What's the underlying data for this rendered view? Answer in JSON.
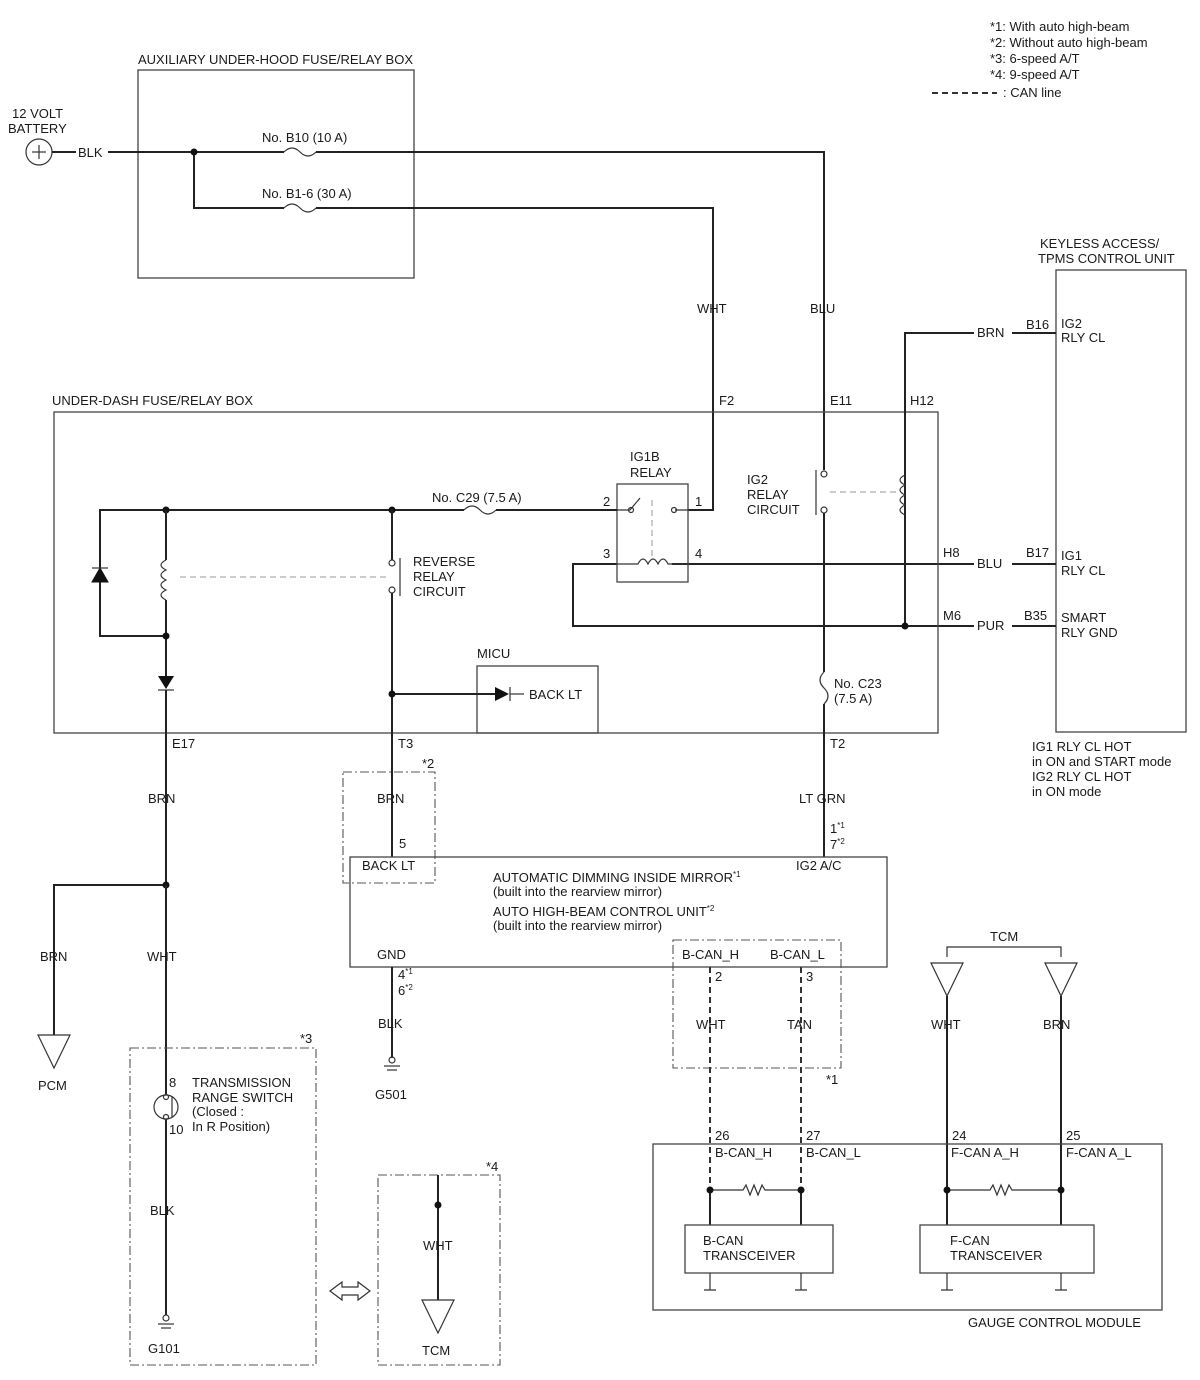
{
  "legend": {
    "note1": "*1: With auto high-beam",
    "note2": "*2: Without auto high-beam",
    "note3": "*3: 6-speed A/T",
    "note4": "*4: 9-speed A/T",
    "can_line": ": CAN line"
  },
  "battery": {
    "line1": "12 VOLT",
    "line2": "BATTERY"
  },
  "aux_box": {
    "title": "AUXILIARY UNDER-HOOD FUSE/RELAY BOX",
    "fuse_b10": "No. B10 (10 A)",
    "fuse_b16": "No. B1-6 (30 A)"
  },
  "under_dash": {
    "title": "UNDER-DASH FUSE/RELAY BOX",
    "fuse_c29": "No. C29 (7.5 A)",
    "fuse_c23_line1": "No. C23",
    "fuse_c23_line2": "(7.5 A)",
    "ig1b_line1": "IG1B",
    "ig1b_line2": "RELAY",
    "ig2_line1": "IG2",
    "ig2_line2": "RELAY",
    "ig2_line3": "CIRCUIT",
    "rev_line1": "REVERSE",
    "rev_line2": "RELAY",
    "rev_line3": "CIRCUIT",
    "micu": "MICU",
    "back_lt": "BACK LT",
    "pin1": "1",
    "pin2": "2",
    "pin3": "3",
    "pin4": "4",
    "F2": "F2",
    "E11": "E11",
    "H12": "H12",
    "H8": "H8",
    "M6": "M6",
    "E17": "E17",
    "T3": "T3",
    "T2": "T2"
  },
  "keyless": {
    "title1": "KEYLESS ACCESS/",
    "title2": "TPMS CONTROL UNIT",
    "b16": "B16",
    "b17": "B17",
    "b35": "B35",
    "ig2_1": "IG2",
    "ig2_2": "RLY CL",
    "ig1_1": "IG1",
    "ig1_2": "RLY CL",
    "smart_1": "SMART",
    "smart_2": "RLY GND",
    "note1": "IG1 RLY CL HOT",
    "note2": "in ON and START mode",
    "note3": "IG2 RLY CL HOT",
    "note4": "in ON mode"
  },
  "wires": {
    "blk": "BLK",
    "wht": "WHT",
    "blu": "BLU",
    "brn": "BRN",
    "blu2": "BLU",
    "pur": "PUR",
    "brn_e17": "BRN",
    "brn_t3": "BRN",
    "lt_grn": "LT GRN",
    "brn_pcm": "BRN",
    "wht_trs": "WHT",
    "blk_trs": "BLK",
    "blk_gnd": "BLK",
    "wht_can": "WHT",
    "tan_can": "TAN",
    "wht_tcm": "WHT",
    "brn_tcm": "BRN",
    "wht_tcm9": "WHT"
  },
  "mirror": {
    "line1": "AUTOMATIC DIMMING INSIDE MIRROR",
    "line1_sup": "*1",
    "line2": "(built into the rearview mirror)",
    "line3": "AUTO HIGH-BEAM CONTROL UNIT",
    "line3_sup": "*2",
    "line4": "(built into the rearview mirror)",
    "back_lt": "BACK LT",
    "ig2_ac": "IG2 A/C",
    "gnd": "GND",
    "bcan_h": "B-CAN_H",
    "bcan_l": "B-CAN_L",
    "pin5": "5",
    "pin1": "1",
    "pin1_sup": "*1",
    "pin7": "7",
    "pin7_sup": "*2",
    "pin4": "4",
    "pin4_sup": "*1",
    "pin6": "6",
    "pin6_sup": "*2",
    "pin2": "2",
    "pin3": "3"
  },
  "marks": {
    "m2": "*2",
    "m1": "*1",
    "m3": "*3",
    "m4": "*4"
  },
  "grounds": {
    "g501": "G501",
    "g101": "G101"
  },
  "pcm": "PCM",
  "trs": {
    "line1": "TRANSMISSION",
    "line2": "RANGE SWITCH",
    "line3": "(Closed :",
    "line4": "In R Position)",
    "pin8": "8",
    "pin10": "10"
  },
  "tcm": {
    "top": "TCM",
    "bottom": "TCM"
  },
  "gauge": {
    "title": "GAUGE CONTROL MODULE",
    "pin26": "26",
    "pin27": "27",
    "pin24": "24",
    "pin25": "25",
    "bcan_h": "B-CAN_H",
    "bcan_l": "B-CAN_L",
    "fcan_h": "F-CAN A_H",
    "fcan_l": "F-CAN A_L",
    "bcan_tx1": "B-CAN",
    "bcan_tx2": "TRANSCEIVER",
    "fcan_tx1": "F-CAN",
    "fcan_tx2": "TRANSCEIVER"
  }
}
